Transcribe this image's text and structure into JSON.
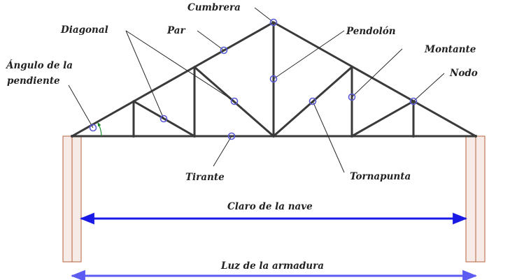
{
  "labels": {
    "cumbrera": "Cumbrera",
    "diagonal": "Diagonal",
    "par": "Par",
    "pendolon": "Pendolón",
    "montante": "Montante",
    "nodo": "Nodo",
    "angulo_1": "Ángulo de la",
    "angulo_2": "pendiente",
    "tirante": "Tirante",
    "tornapunta": "Tornapunta",
    "claro": "Claro de la nave",
    "luz": "Luz de la armadura"
  },
  "colors": {
    "member": "#3a3a3a",
    "marker": "#5b5bd6",
    "dimension": "#1a1ae6",
    "dimension_light": "#5c5cf2",
    "post_fill": "#f6ebe6",
    "post_stroke": "#b5603c",
    "angle_arc": "#1a8a2a"
  }
}
